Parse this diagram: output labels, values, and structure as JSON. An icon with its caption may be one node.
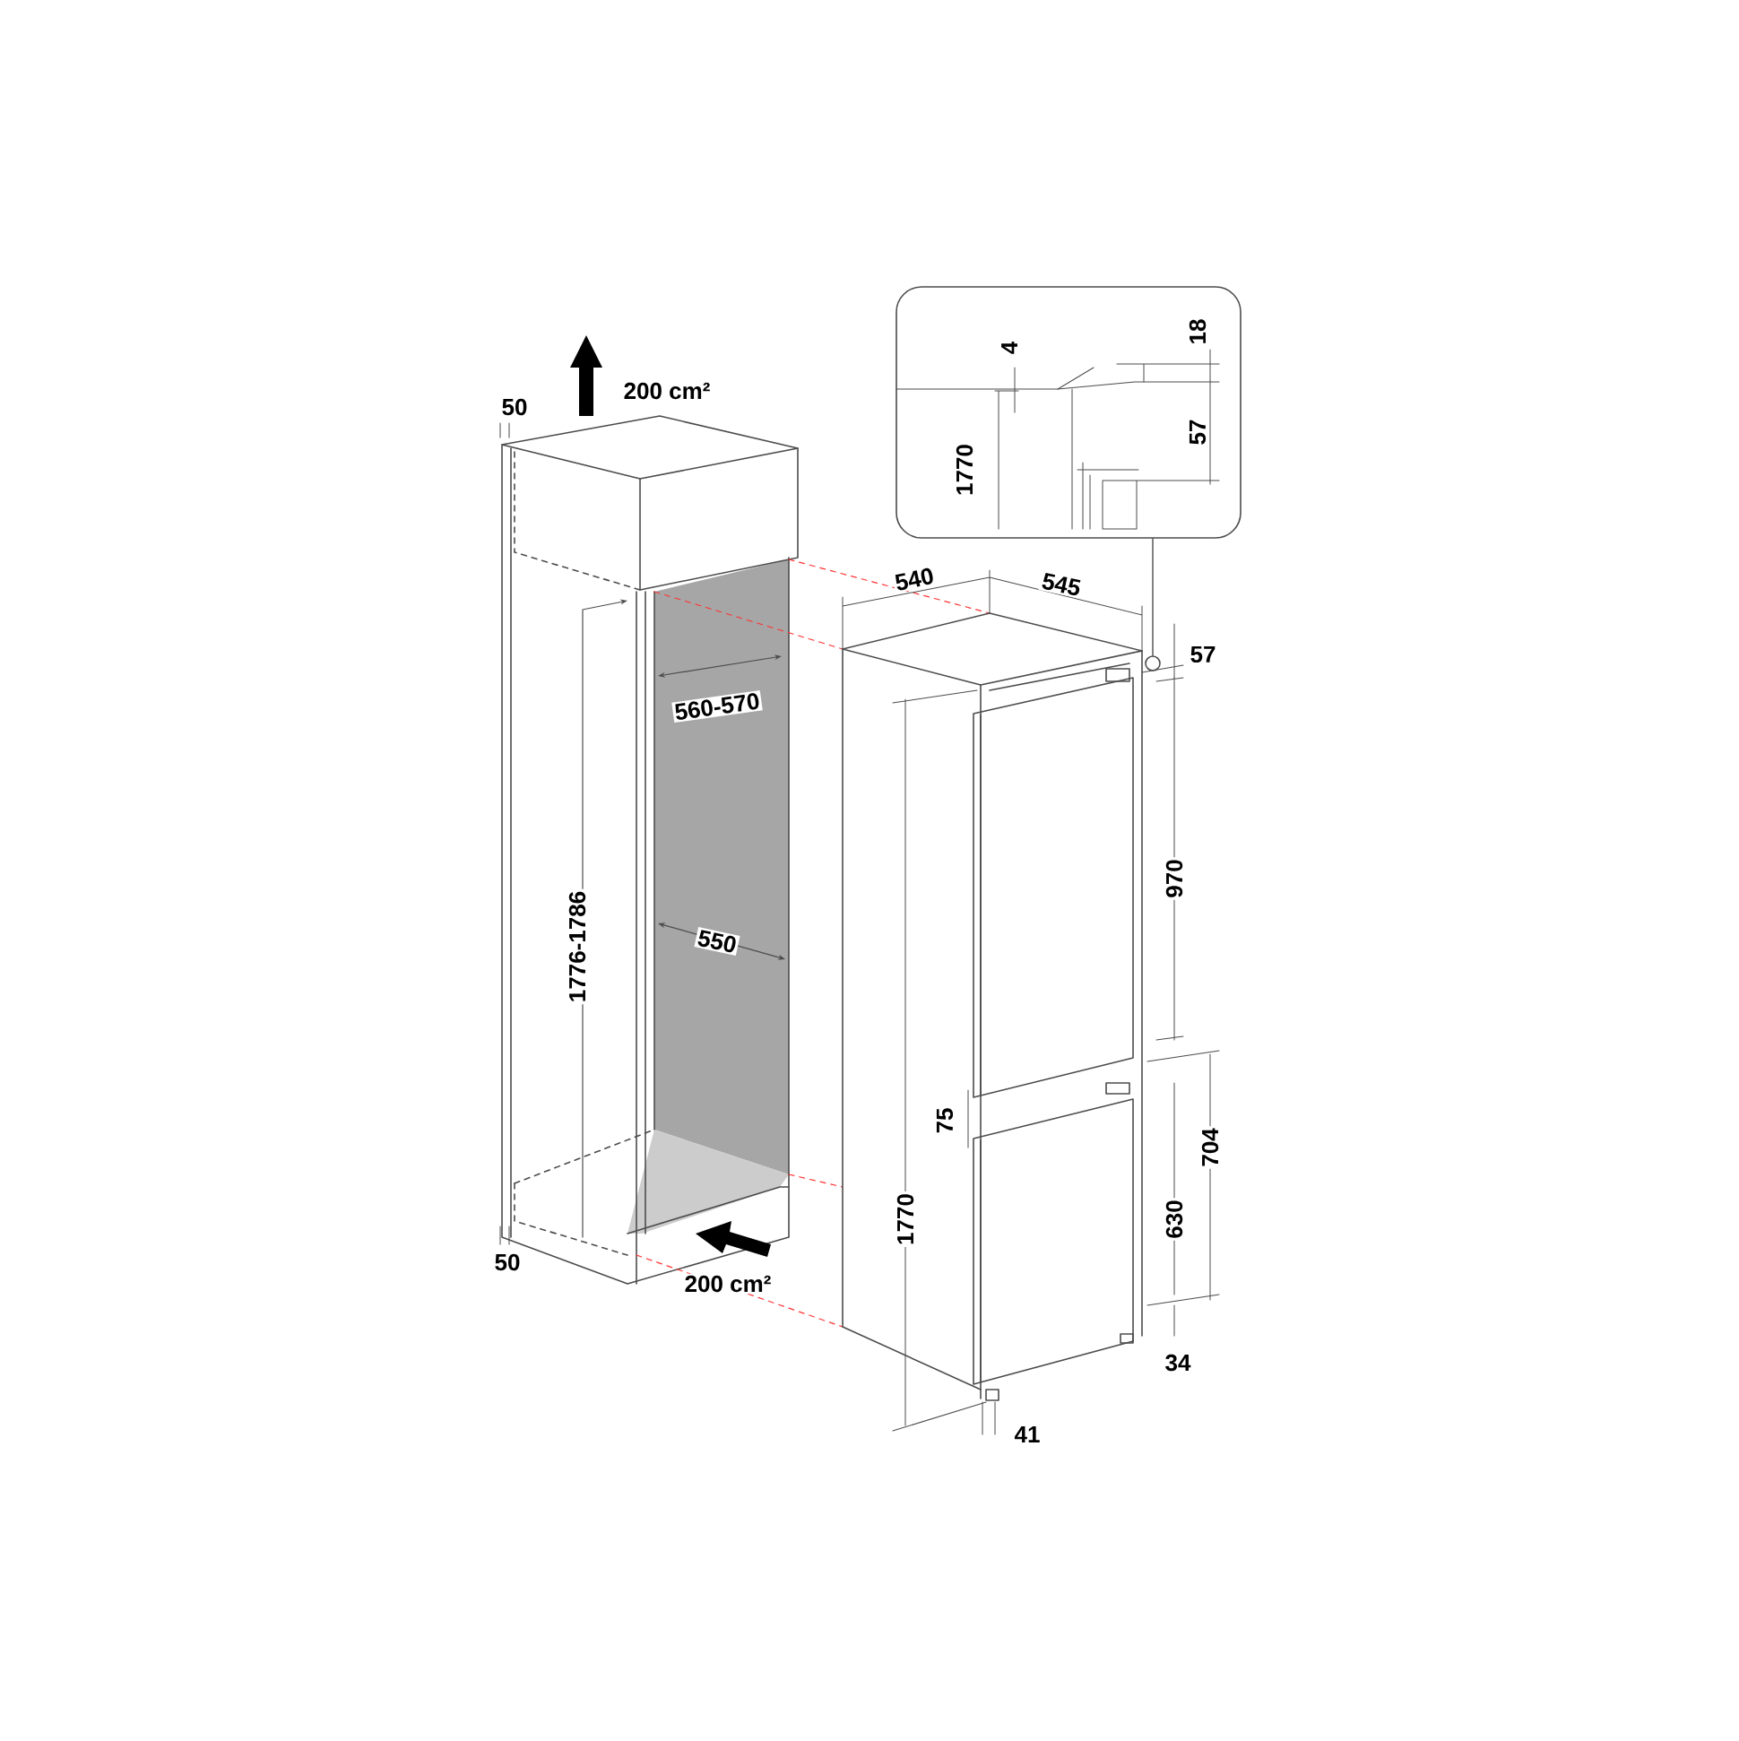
{
  "diagram": {
    "nodes": [
      {
        "text": [],
        "shape": "box"
      },
      {
        "text": [],
        "shape": "circle"
      }
    ],
    "edges": [
      {
        "from": 0,
        "to": 1,
        "arrow": "none"
      }
    ],
    "labels": [
      "50",
      "200 cm²",
      "4",
      "18",
      "1770",
      "57",
      "540",
      "545",
      "57",
      "560-570",
      "970",
      "1776-1786",
      "550",
      "75",
      "704",
      "1770",
      "630",
      "50",
      "200 cm²",
      "34",
      "41"
    ]
  }
}
